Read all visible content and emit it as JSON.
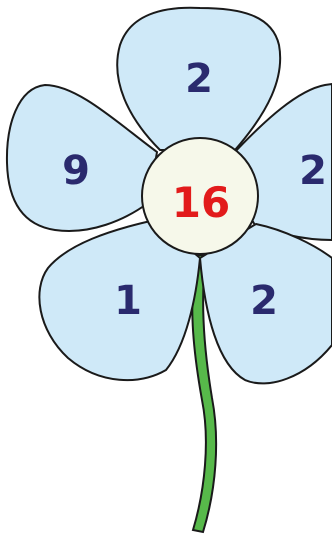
{
  "flower": {
    "center_value": "16",
    "petals": [
      {
        "id": "top",
        "value": "2"
      },
      {
        "id": "left",
        "value": "9"
      },
      {
        "id": "right",
        "value": "2"
      },
      {
        "id": "bottom-left",
        "value": "1"
      },
      {
        "id": "bottom-right",
        "value": "2"
      }
    ]
  },
  "colors": {
    "petal_fill": "#cfe9f8",
    "outline": "#1a1a1a",
    "center_fill": "#f6f8ea",
    "petal_number": "#2a2a6e",
    "center_number": "#e21b1b",
    "stem_fill": "#57b94a",
    "background": "#ffffff"
  }
}
